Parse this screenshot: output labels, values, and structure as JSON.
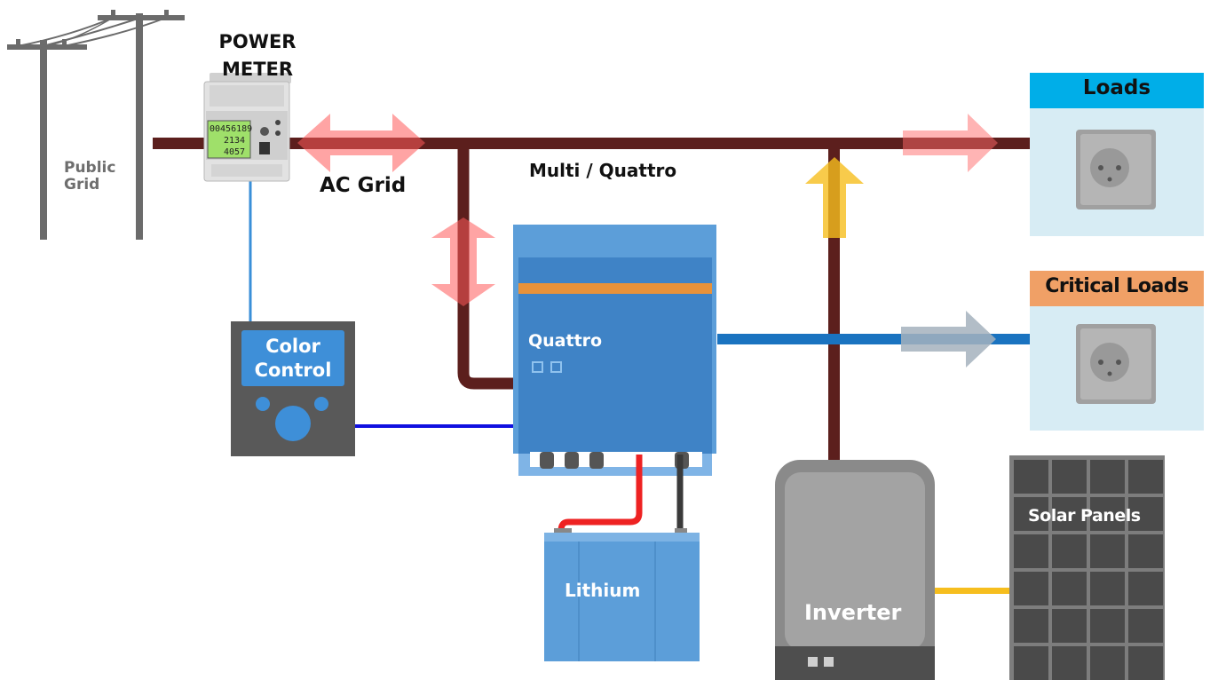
{
  "labels": {
    "public_grid_line1": "Public",
    "public_grid_line2": "Grid",
    "power_meter_line1": "POWER",
    "power_meter_line2": "METER",
    "ac_grid": "AC Grid",
    "multi_quattro": "Multi / Quattro",
    "quattro": "Quattro",
    "color_control_line1": "Color",
    "color_control_line2": "Control",
    "lithium": "Lithium",
    "inverter": "Inverter",
    "solar_panels": "Solar Panels",
    "loads": "Loads",
    "critical_loads": "Critical Loads"
  },
  "meter_display": [
    "00456189",
    "2134",
    "4057"
  ],
  "colors": {
    "ac_bus": "#5c1f1d",
    "flow_arrow": "#ff6f6f",
    "pv_arrow": "#f6be1e",
    "critical_bus": "#1a73c0",
    "critical_arrow": "#9aa9b8",
    "vedirect": "#1010e0",
    "meter_link": "#3a8fd8",
    "pv_dc": "#f6be1e",
    "quattro_body": "#4a8fd0",
    "quattro_stripe": "#e8923a",
    "loads_header": "#00aee8",
    "critical_header": "#f0a066",
    "load_panel": "#d7ecf4",
    "battery": "#5c9ed9",
    "inverter_body": "#999999",
    "solar_cell": "#4a4a4a"
  }
}
